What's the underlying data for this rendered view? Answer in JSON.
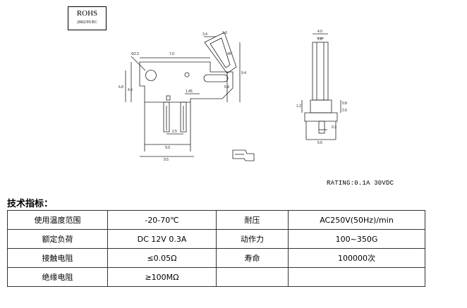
{
  "rohs": {
    "title": "ROHS",
    "subtitle": "2002/95/EC"
  },
  "rating": "RATING:0.1A 30VDC",
  "dimensions": {
    "d_3_4": "3.4",
    "d_1_6": "1.6",
    "d_7_0": "7.0",
    "d_phi2_3": "Φ2.3",
    "d_45deg": "45°",
    "d_6_8": "6.8",
    "d_4_5": "4.5",
    "d_9_4": "9.4",
    "d_5_9": "5.9",
    "d_1_45": "1.45",
    "d_2_5": "2.5",
    "d_9_0": "9.0",
    "d_9_5": "9.5",
    "d_4_0": "4.0",
    "d_1_8": "1.8",
    "d_1_2": "1.2",
    "d_0_8": "0.8",
    "d_2_6": "2.6",
    "d_0_3": "0.3",
    "d_5_6": "5.6"
  },
  "specs": {
    "title": "技术指标：",
    "rows": [
      {
        "label1": "使用温度范围",
        "value1": "-20-70℃",
        "label2": "耐压",
        "value2": "AC250V(50Hz)/min"
      },
      {
        "label1": "额定负荷",
        "value1": "DC 12V 0.3A",
        "label2": "动作力",
        "value2": "100~350G"
      },
      {
        "label1": "接触电阻",
        "value1": "≤0.05Ω",
        "label2": "寿命",
        "value2": "100000次"
      },
      {
        "label1": "绝缘电阻",
        "value1": "≥100MΩ",
        "label2": "",
        "value2": ""
      }
    ]
  }
}
